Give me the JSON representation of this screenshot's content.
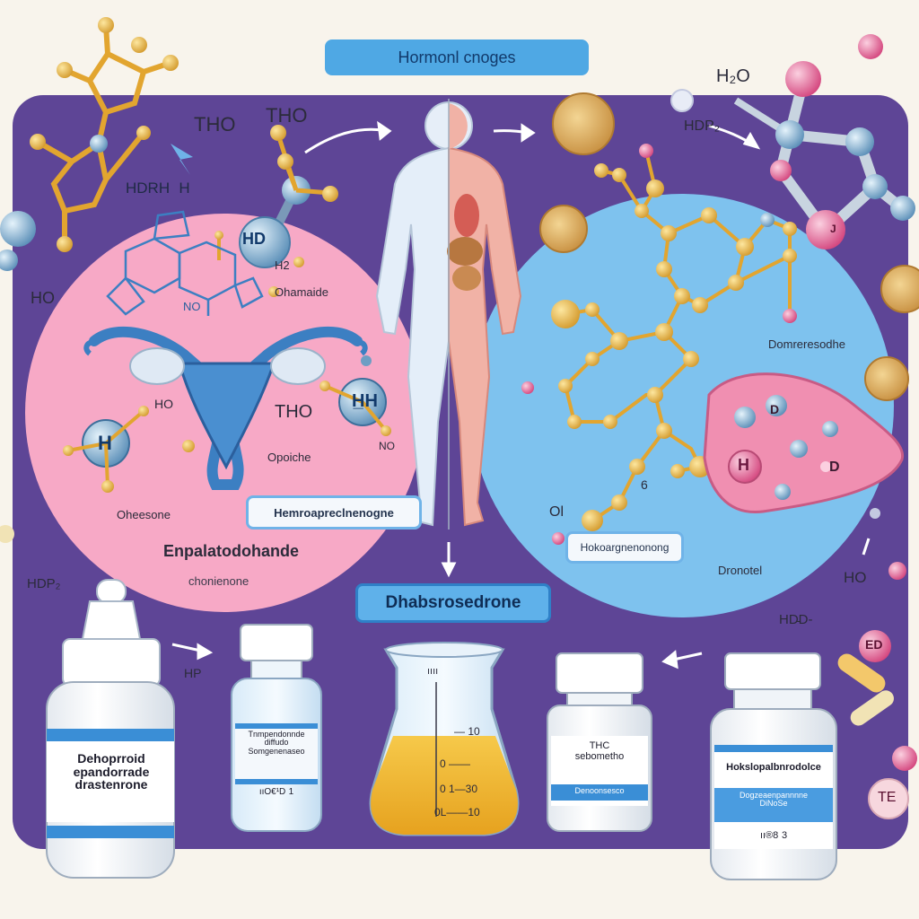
{
  "title": "Hormonl cnoges",
  "top_labels": {
    "tho_1": "THO",
    "tho_2": "THO",
    "hdrh": "HDRH   H",
    "ho_left": "HO",
    "h2o_top": "H₂O",
    "hdp_top": "HDP₂"
  },
  "left_circle": {
    "hd": "HD",
    "h2": "H2",
    "ohamaide": "Ohamaide",
    "no": "NO",
    "ho": "HO",
    "tho": "THO",
    "opoiche": "Opoiche",
    "oheesone": "Oheesone",
    "h_atom": "H",
    "h2_atom": "H̲H",
    "no_small": "NO",
    "heading": "Enpalatodohande",
    "subheading": "chonienone"
  },
  "center": {
    "label_banner": "Hemroapreclnenogne",
    "arrow_down": "↓",
    "main_pill": "Dhabsrosedrone"
  },
  "right_circle": {
    "label_top": "Domreresodhe",
    "ol": "Ol",
    "six": "6",
    "hd_atom": "H",
    "d_atom": "D",
    "d_letter": "D",
    "banner": "Hokoargnenonong",
    "bottom": "Dronotel",
    "h2o": "HO",
    "j_letter": "J"
  },
  "left_side": {
    "hdp": "HDP₂",
    "hp": "HP"
  },
  "right_side": {
    "hdo": "HD̵D-",
    "ed": "ED",
    "te": "TE"
  },
  "products": [
    {
      "label": "Dehoprroid\nepandorrade\ndrastenrone"
    },
    {
      "label": "Tnmpendonnde\ndiffudo\nSomgenenaseo",
      "footer": "ııO€¹D 1"
    },
    {
      "label": "THC\nsebometho",
      "band": "Denoonsesco"
    },
    {
      "label": "Hokslopalbnrodolce",
      "band": "Dogzeaenpannnne\nDiNoSe",
      "footer": "ıı®8 3"
    }
  ],
  "flask": {
    "top_mark": "ıııı",
    "marks": [
      "— 10",
      "0 ——",
      "0 1—30",
      "0L——10"
    ]
  },
  "colors": {
    "background": "#f8f4ec",
    "panel": "#5e4596",
    "left_circle": "#f7a9c6",
    "right_circle": "#7ec2ee",
    "title_pill": "#4fa8e4"
  }
}
